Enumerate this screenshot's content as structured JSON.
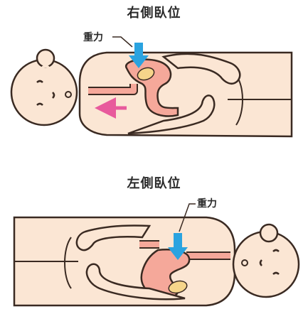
{
  "panels": [
    {
      "title": "右側臥位",
      "gravity_label": "重力"
    },
    {
      "title": "左側臥位",
      "gravity_label": "重力"
    }
  ],
  "colors": {
    "outline": "#3a2a22",
    "skin": "#fbe6d4",
    "stomach": "#f5a89a",
    "stomach_dark": "#e98a7a",
    "contents": "#f6d58a",
    "gravity_arrow": "#2aa3e0",
    "reflux_arrow": "#e85a9c"
  }
}
